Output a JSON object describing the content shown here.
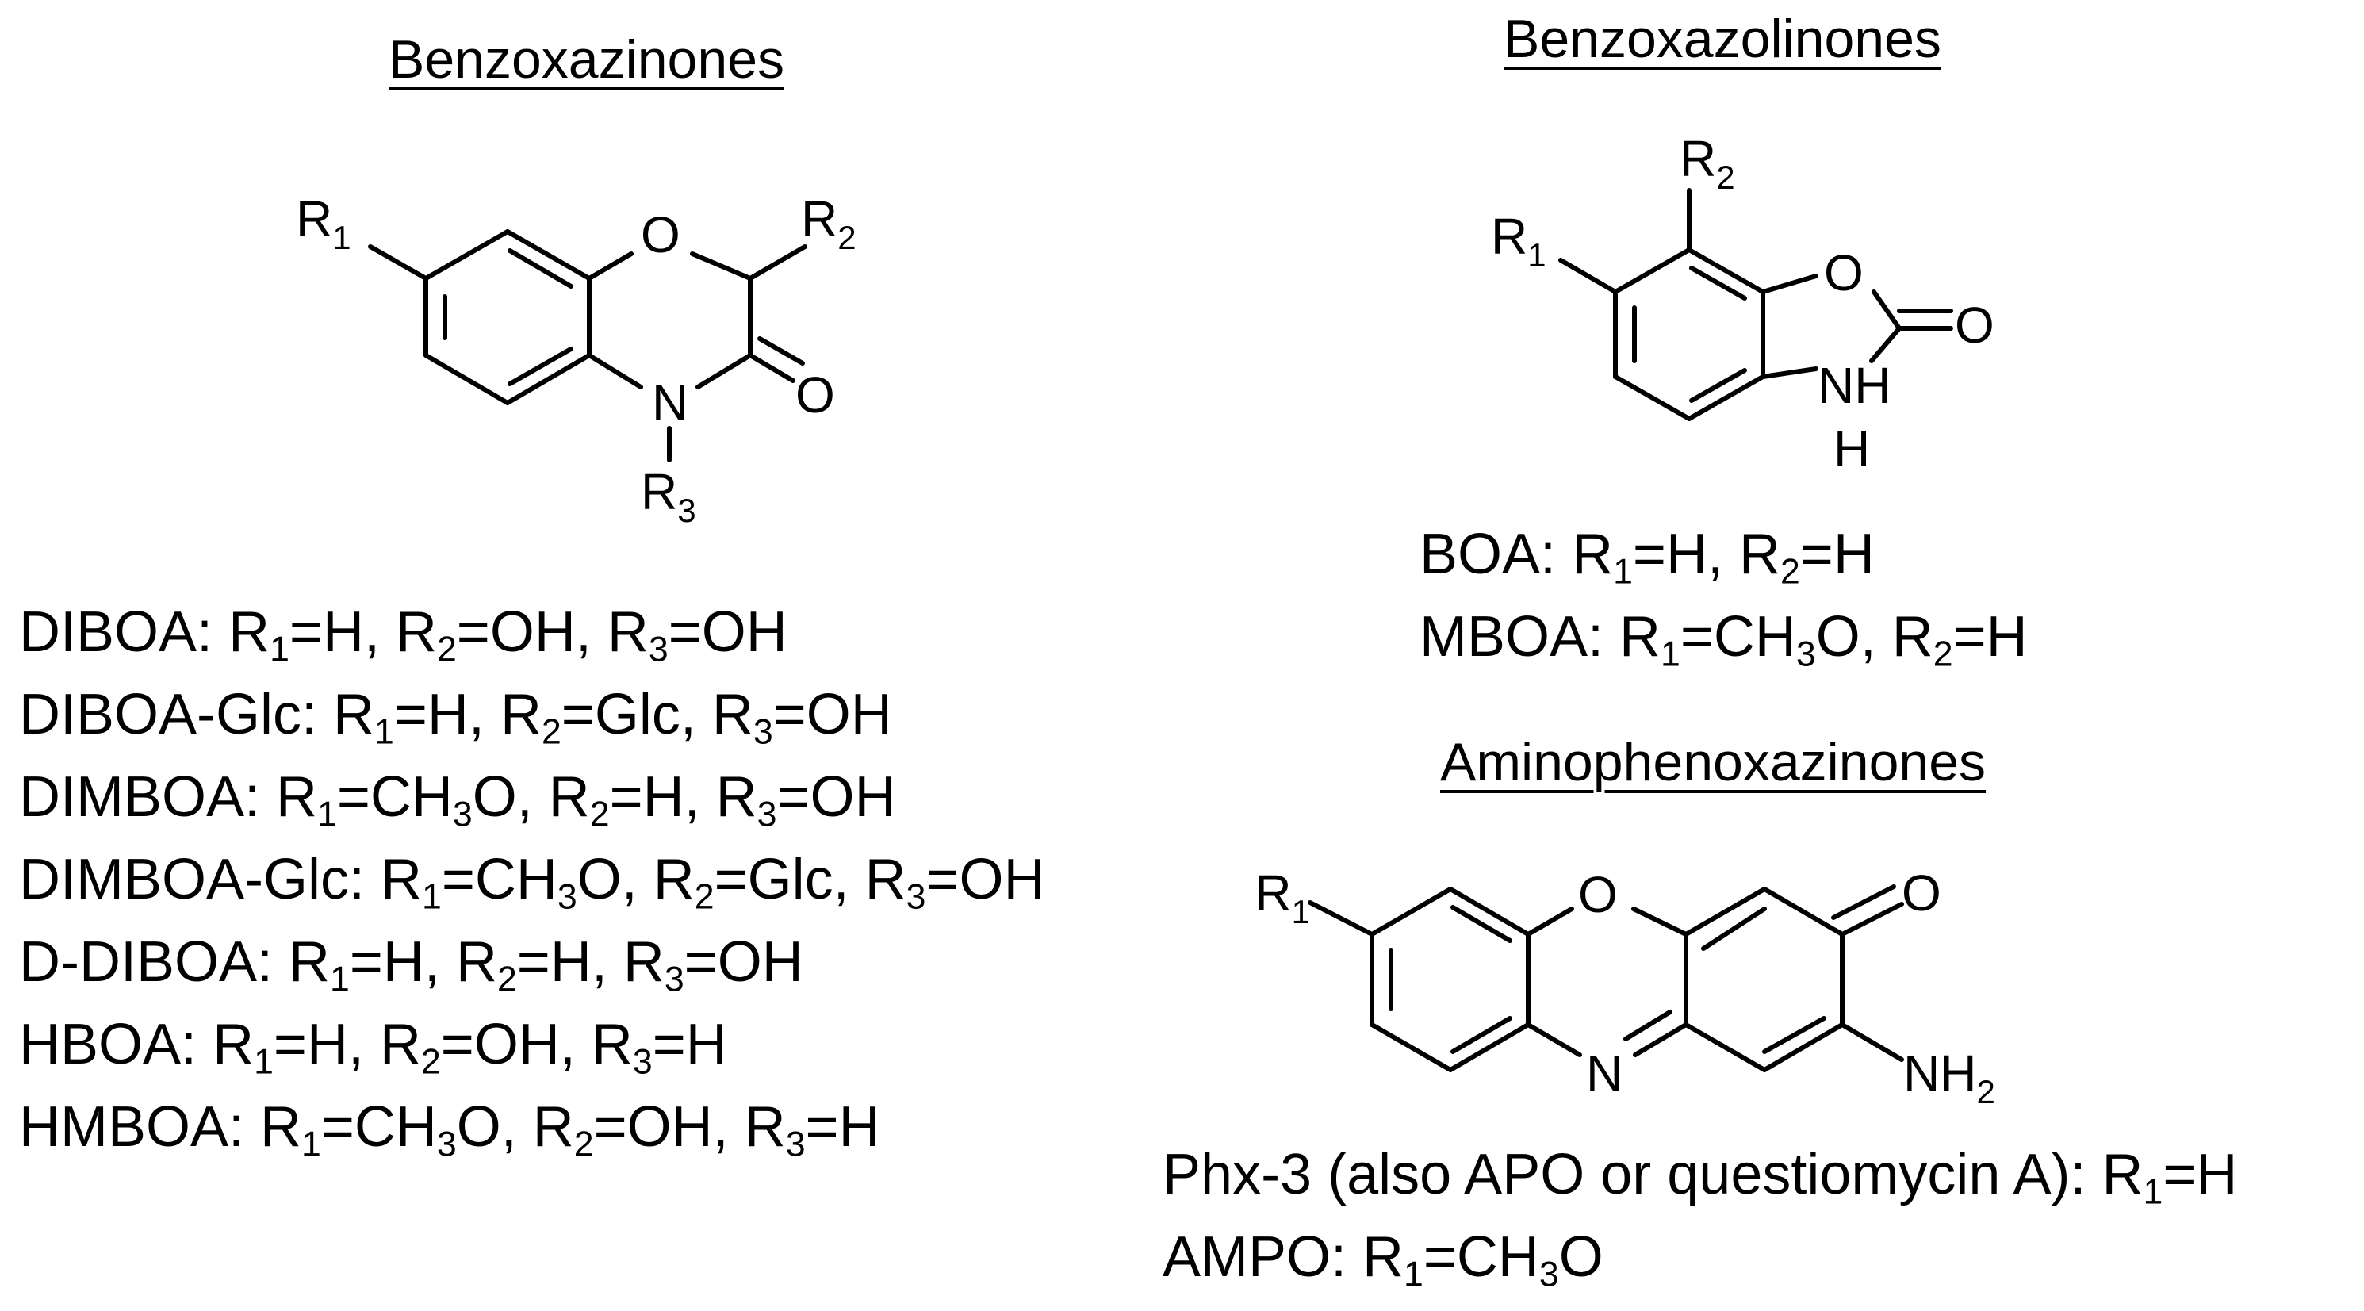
{
  "headings": {
    "benzoxazinones": "Benzoxazinones",
    "benzoxazolinones": "Benzoxazolinones",
    "aminophenoxazinones": "Aminophenoxazinones"
  },
  "atoms": {
    "R1_R": "R",
    "R1_sub": "1",
    "R2_R": "R",
    "R2_sub": "2",
    "R3_R": "R",
    "R3_sub": "3",
    "O": "O",
    "N": "N",
    "H": "H",
    "NH": "NH",
    "NH2_N": "NH",
    "NH2_sub": "2"
  },
  "benzoxazinones_list": [
    {
      "name": "DIBOA:",
      "r1": "H",
      "r2": "OH",
      "r3": "OH"
    },
    {
      "name": "DIBOA-Glc:",
      "r1": "H",
      "r2": "Glc",
      "r3": "OH"
    },
    {
      "name": "DIMBOA:",
      "r1": "CH3O",
      "r2": "H",
      "r3": "OH"
    },
    {
      "name": "DIMBOA-Glc:",
      "r1": "CH3O",
      "r2": "Glc",
      "r3": "OH"
    },
    {
      "name": "D-DIBOA:",
      "r1": "H",
      "r2": "H",
      "r3": "OH"
    },
    {
      "name": "HBOA:",
      "r1": "H",
      "r2": "OH",
      "r3": "H"
    },
    {
      "name": "HMBOA:",
      "r1": "CH3O",
      "r2": "OH",
      "r3": "H"
    }
  ],
  "benzoxazolinones_list": [
    {
      "name": "BOA:",
      "r1": "H",
      "r2": "H"
    },
    {
      "name": "MBOA:",
      "r1": "CH3O",
      "r2": "H"
    }
  ],
  "aminophenoxazinones_list": [
    {
      "name": "Phx-3 (also APO or questiomycin A):",
      "r1": "H"
    },
    {
      "name": "AMPO:",
      "r1": "CH3O"
    }
  ]
}
